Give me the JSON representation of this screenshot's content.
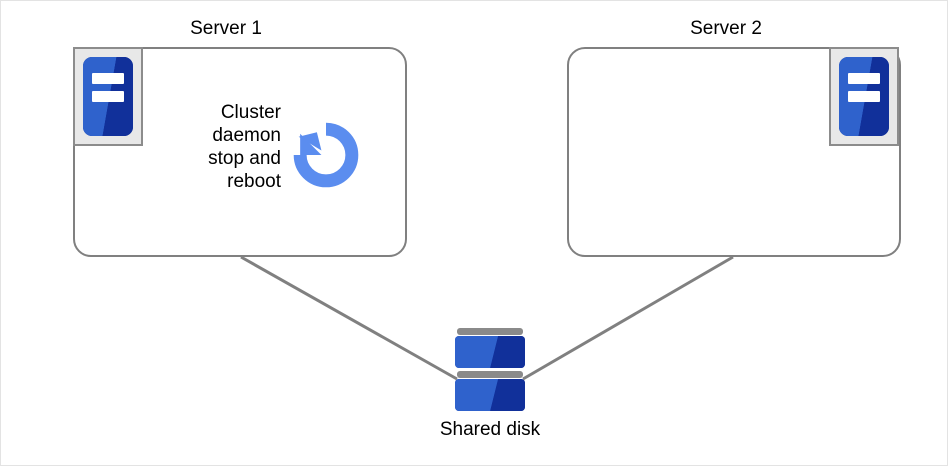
{
  "diagram": {
    "title_server1": "Server 1",
    "title_server2": "Server 2",
    "server1_body_text": "Cluster\ndaemon\nstop and\nreboot",
    "shared_disk_label": "Shared disk",
    "icons": {
      "server_icon_name": "server-icon",
      "reboot_icon_name": "reboot-circular-arrow-icon",
      "disk_icon_name": "shared-disk-icon"
    },
    "colors": {
      "accent_blue_light": "#2f62cc",
      "accent_blue_dark": "#11309a",
      "reboot_arrow_blue": "#5b8def",
      "outline_gray": "#808080",
      "icon_frame_gray": "#8c8c8c",
      "icon_frame_fill": "#e8e8e8",
      "connector_gray": "#808080",
      "canvas_border": "#e3e3e3",
      "background": "#ffffff"
    },
    "connectors": [
      {
        "name": "server1-to-shared-disk",
        "from": "Server 1",
        "to": "Shared disk"
      },
      {
        "name": "server2-to-shared-disk",
        "from": "Server 2",
        "to": "Shared disk"
      }
    ]
  }
}
